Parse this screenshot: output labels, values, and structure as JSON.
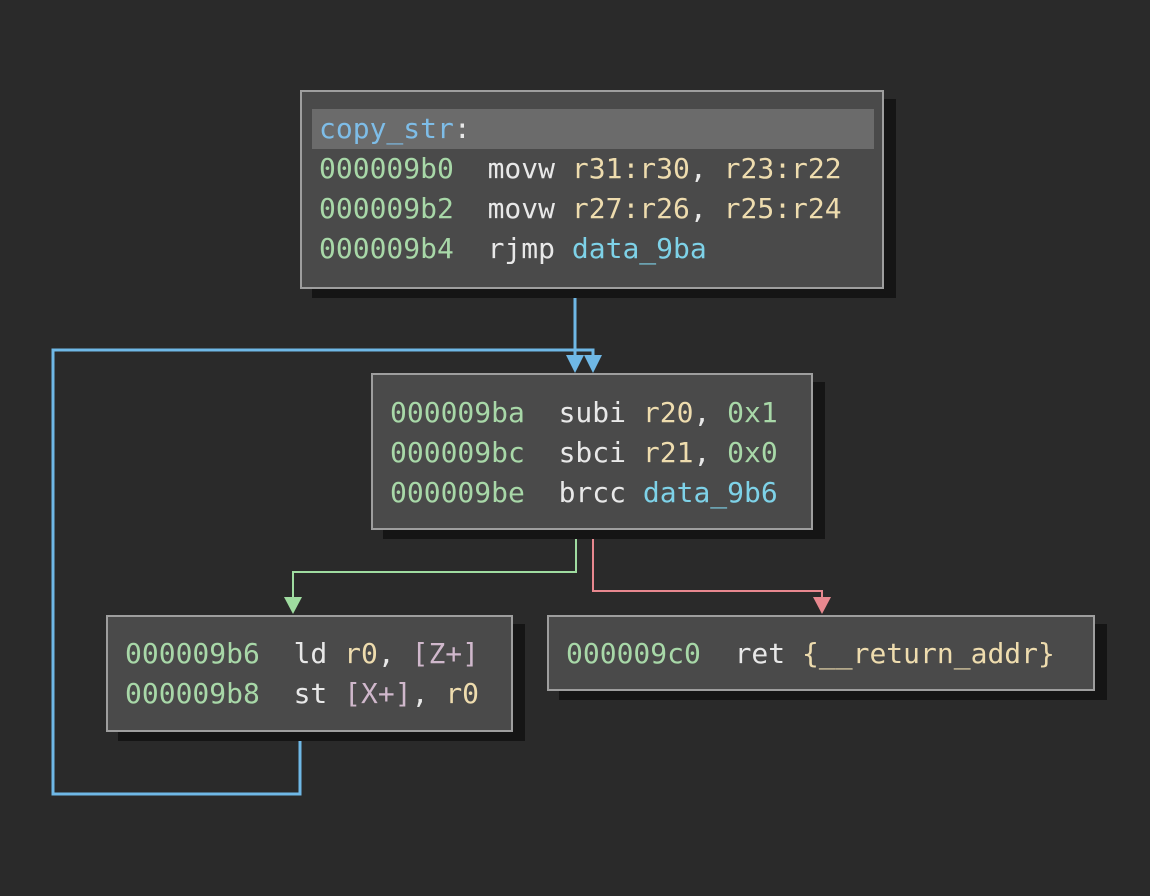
{
  "colors": {
    "background": "#2a2a2a",
    "block_fill": "#4a4a4a",
    "block_border": "#9e9e9e",
    "address": "#a8d8a8",
    "register": "#eedcae",
    "symbol": "#7ed2e8",
    "label": "#7ebde8",
    "edge_unconditional": "#6fb8e6",
    "edge_true": "#9fdca0",
    "edge_false": "#e8888f"
  },
  "blocks": {
    "entry": {
      "label": "copy_str",
      "label_colon": ":",
      "lines": [
        {
          "addr": "000009b0",
          "mnem": "movw",
          "op1": "r31:r30",
          "sep": ", ",
          "op2": "r23:r22"
        },
        {
          "addr": "000009b2",
          "mnem": "movw",
          "op1": "r27:r26",
          "sep": ", ",
          "op2": "r25:r24"
        },
        {
          "addr": "000009b4",
          "mnem": "rjmp",
          "target": "data_9ba"
        }
      ]
    },
    "loop_check": {
      "lines": [
        {
          "addr": "000009ba",
          "mnem": "subi",
          "op1": "r20",
          "sep": ", ",
          "op2": "0x1"
        },
        {
          "addr": "000009bc",
          "mnem": "sbci",
          "op1": "r21",
          "sep": ", ",
          "op2": "0x0"
        },
        {
          "addr": "000009be",
          "mnem": "brcc",
          "target": "data_9b6"
        }
      ]
    },
    "loop_body": {
      "lines": [
        {
          "addr": "000009b6",
          "mnem": "ld",
          "op1": "r0",
          "sep": ", ",
          "op2": "[Z+]"
        },
        {
          "addr": "000009b8",
          "mnem": "st",
          "op1": "[X+]",
          "sep": ", ",
          "op2": "r0"
        }
      ]
    },
    "exit": {
      "lines": [
        {
          "addr": "000009c0",
          "mnem": "ret",
          "op1": "{__return_addr}"
        }
      ]
    }
  }
}
